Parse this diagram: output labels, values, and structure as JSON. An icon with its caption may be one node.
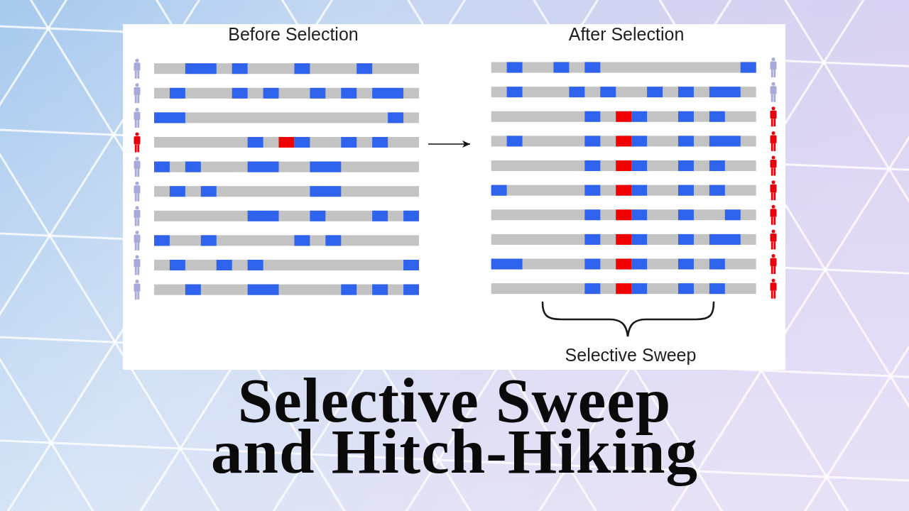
{
  "diagram": {
    "title": "Selective Sweep and Hitch-Hiking",
    "nodes": [
      {
        "text": [
          "Before Selection"
        ]
      },
      {
        "text": [
          "After Selection"
        ]
      }
    ],
    "edges": [
      {
        "from": 0,
        "to": 1,
        "arrow": "to"
      }
    ],
    "labels": [
      "Selective Sweep"
    ]
  }
}
